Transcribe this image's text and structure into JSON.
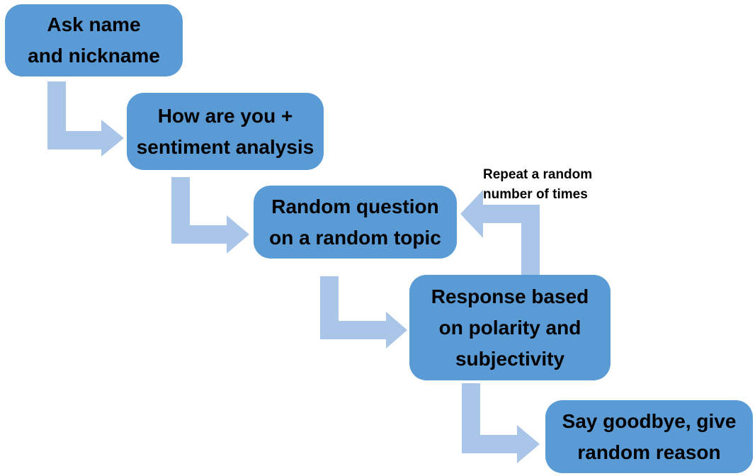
{
  "colors": {
    "background": "#FFFFFF",
    "box_fill": "#5B9BD5",
    "arrow_fill": "#A9C6E8",
    "text": "#000000"
  },
  "boxes": [
    {
      "id": "ask-name",
      "lines": [
        "Ask name",
        "and nickname"
      ]
    },
    {
      "id": "how-are-you",
      "lines": [
        "How are you +",
        "sentiment analysis"
      ]
    },
    {
      "id": "random-question",
      "lines": [
        "Random question",
        "on a random topic"
      ]
    },
    {
      "id": "response",
      "lines": [
        "Response based",
        "on polarity and",
        "subjectivity"
      ]
    },
    {
      "id": "goodbye",
      "lines": [
        "Say goodbye, give",
        "random reason"
      ]
    }
  ],
  "annotations": [
    {
      "id": "repeat-label",
      "lines": [
        "Repeat a random",
        "number of times"
      ]
    }
  ],
  "arrows": [
    {
      "from": "ask-name",
      "to": "how-are-you",
      "direction": "down-right"
    },
    {
      "from": "how-are-you",
      "to": "random-question",
      "direction": "down-right"
    },
    {
      "from": "random-question",
      "to": "response",
      "direction": "down-right"
    },
    {
      "from": "response",
      "to": "goodbye",
      "direction": "down-right"
    },
    {
      "from": "response",
      "to": "random-question",
      "direction": "up-left-loop"
    }
  ]
}
